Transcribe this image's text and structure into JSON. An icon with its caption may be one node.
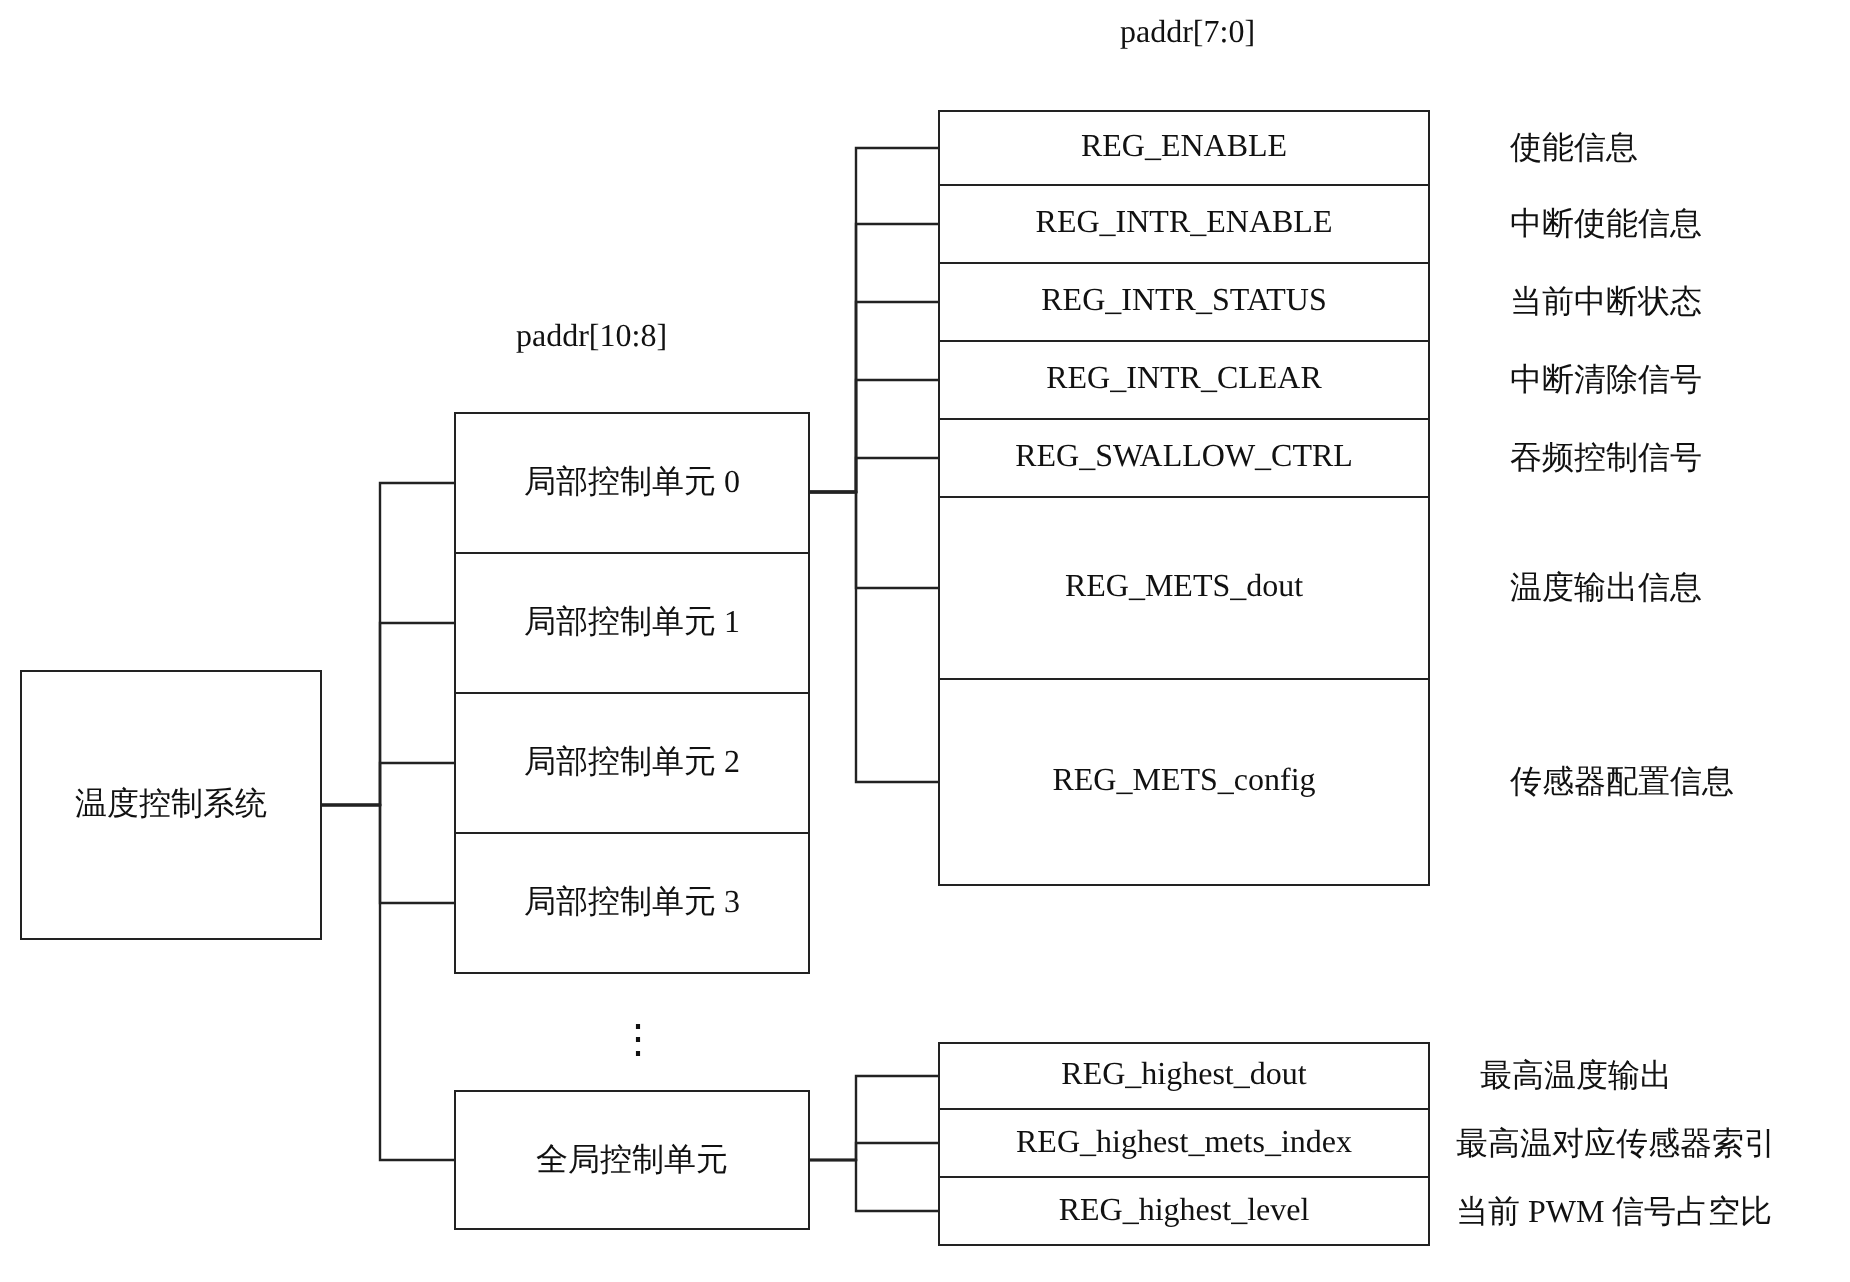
{
  "diagram": {
    "nodes": [
      {
        "text": [
          "温度控制系统"
        ]
      },
      {
        "text": [
          "局部控制单元 0"
        ]
      },
      {
        "text": [
          "局部控制单元 1"
        ]
      },
      {
        "text": [
          "局部控制单元 2"
        ]
      },
      {
        "text": [
          "局部控制单元 3"
        ]
      },
      {
        "text": [
          "全局控制单元"
        ]
      },
      {
        "text": [
          "REG_ENABLE"
        ],
        "beside": [
          "使能信息"
        ]
      },
      {
        "text": [
          "REG_INTR_ENABLE"
        ],
        "beside": [
          "中断使能信息"
        ]
      },
      {
        "text": [
          "REG_INTR_STATUS"
        ],
        "beside": [
          "当前中断状态"
        ]
      },
      {
        "text": [
          "REG_INTR_CLEAR"
        ],
        "beside": [
          "中断清除信号"
        ]
      },
      {
        "text": [
          "REG_SWALLOW_CTRL"
        ],
        "beside": [
          "吞频控制信号"
        ]
      },
      {
        "text": [
          "REG_METS_dout"
        ],
        "beside": [
          "温度输出信息"
        ]
      },
      {
        "text": [
          "REG_METS_config"
        ],
        "beside": [
          "传感器配置信息"
        ]
      },
      {
        "text": [
          "REG_highest_dout"
        ],
        "beside": [
          "最高温度输出"
        ]
      },
      {
        "text": [
          "REG_highest_mets_index"
        ],
        "beside": [
          "最高温对应传感器索引"
        ]
      },
      {
        "text": [
          "REG_highest_level"
        ],
        "beside": [
          "当前 PWM 信号占空比"
        ]
      }
    ],
    "edges": [
      {
        "from": 0,
        "to": 1,
        "arrow": "none"
      },
      {
        "from": 0,
        "to": 2,
        "arrow": "none"
      },
      {
        "from": 0,
        "to": 3,
        "arrow": "none"
      },
      {
        "from": 0,
        "to": 4,
        "arrow": "none"
      },
      {
        "from": 0,
        "to": 5,
        "arrow": "none"
      },
      {
        "from": 1,
        "to": 6,
        "arrow": "none"
      },
      {
        "from": 1,
        "to": 7,
        "arrow": "none"
      },
      {
        "from": 1,
        "to": 8,
        "arrow": "none"
      },
      {
        "from": 1,
        "to": 9,
        "arrow": "none"
      },
      {
        "from": 1,
        "to": 10,
        "arrow": "none"
      },
      {
        "from": 1,
        "to": 11,
        "arrow": "none"
      },
      {
        "from": 1,
        "to": 12,
        "arrow": "none"
      },
      {
        "from": 5,
        "to": 13,
        "arrow": "none"
      },
      {
        "from": 5,
        "to": 14,
        "arrow": "none"
      },
      {
        "from": 5,
        "to": 15,
        "arrow": "none"
      }
    ],
    "labels": [
      "paddr[7:0]",
      "paddr[10:8]",
      "⋮"
    ]
  }
}
